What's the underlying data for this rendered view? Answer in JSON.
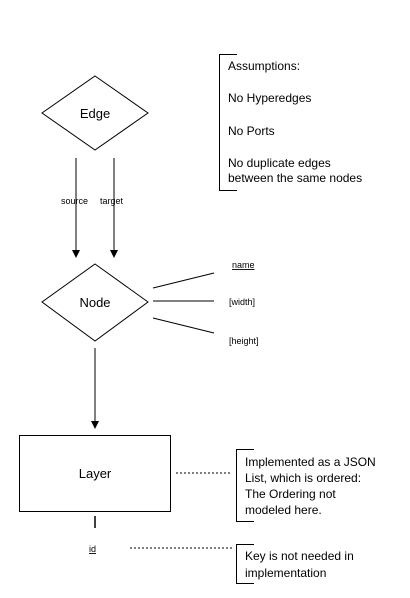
{
  "nodes": {
    "edge": {
      "label": "Edge"
    },
    "node": {
      "label": "Node"
    },
    "layer": {
      "label": "Layer"
    }
  },
  "relations": {
    "source": "source",
    "target": "target"
  },
  "node_attributes": {
    "name": "name",
    "width": "[width]",
    "height": "[height]"
  },
  "layer_attributes": {
    "id": "id"
  },
  "notes": {
    "assumptions": {
      "title": "Assumptions:",
      "items": [
        "No Hyperedges",
        "No Ports",
        "No duplicate edges",
        "between the same nodes"
      ]
    },
    "layer_note": {
      "lines": [
        "Implemented as a JSON",
        "List, which is ordered:",
        "The Ordering not",
        "modeled here."
      ]
    },
    "id_note": {
      "lines": [
        "Key is not needed in",
        "implementation"
      ]
    }
  }
}
